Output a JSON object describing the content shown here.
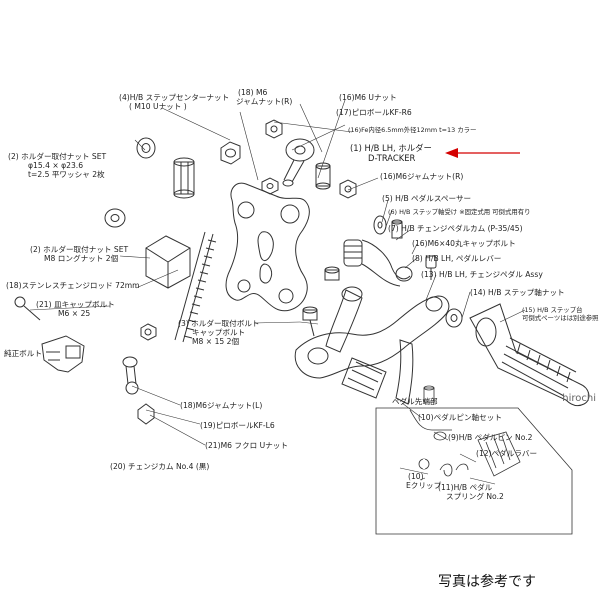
{
  "labels": {
    "l4": [
      "(4)H/B ステップセンターナット",
      "( M10 Uナット )"
    ],
    "l18_top": [
      "(18) M6",
      "ジャムナット(R)"
    ],
    "l16a": "(16)M6 Uナット",
    "l17": "(17)ピロボールKF-R6",
    "l16b": "(16)Fe内径6.5mm外径12mm t=13 カラー",
    "l1": [
      "(1) H/B LH, ホルダー",
      "D-TRACKER"
    ],
    "l2_top": [
      "(2) ホルダー取付ナット SET",
      "φ15.4 × φ23.6",
      "t=2.5 平ワッシャ 2枚"
    ],
    "l16c": "(16)M6ジャムナット(R)",
    "l5": "(5) H/B ペダルスペーサー",
    "l6": "(6) H/B ステップ軸受け ※固定式用 可倒式用有り",
    "l7": "(7) H/B チェンジペダルカム (P-35/45)",
    "l16d": "(16)M6×40丸キャップボルト",
    "l8": "(8) H/B LH, ペダルレバー",
    "l13": "(13) H/B LH, チェンジペダル Assy",
    "l14": "(14) H/B ステップ軸ナット",
    "l15": [
      "(15) H/B ステップ台",
      "可倒式ペーツはは別途参照"
    ],
    "l2_mid": [
      "(2) ホルダー取付ナット SET",
      "M8 ロングナット 2個"
    ],
    "l18_chg": "(18)ステンレスチェンジロッド  72mm",
    "l21": [
      "(21) 皿キャップボルト",
      "M6 × 25"
    ],
    "l3": [
      "(3) ホルダー取付ボルト",
      "キャップボルト",
      "M8 × 15 2個"
    ],
    "l_junsei": "純正ボルト",
    "l18_L": "(18)M6ジャムナット(L)",
    "l19": "(19)ピロボールKF-L6",
    "l21b": "(21)M6 フクロ Uナット",
    "l20": "(20) チェンジカム No.4 (黒)",
    "l_pedal_tip": "ペダル先端部",
    "l10a": "(10)ペダルピン軸セット",
    "l9": "(9)H/B ペダルピン No.2",
    "l12": "(12)ペダルラバー",
    "l10b": [
      "(10)",
      "Eクリップ"
    ],
    "l11": [
      "(11)H/B ペダル",
      "スプリング No.2"
    ]
  },
  "watermark": "hirochi",
  "footer_note": "写真は参考です",
  "colors": {
    "line": "#333333",
    "accent": "#d40000"
  }
}
